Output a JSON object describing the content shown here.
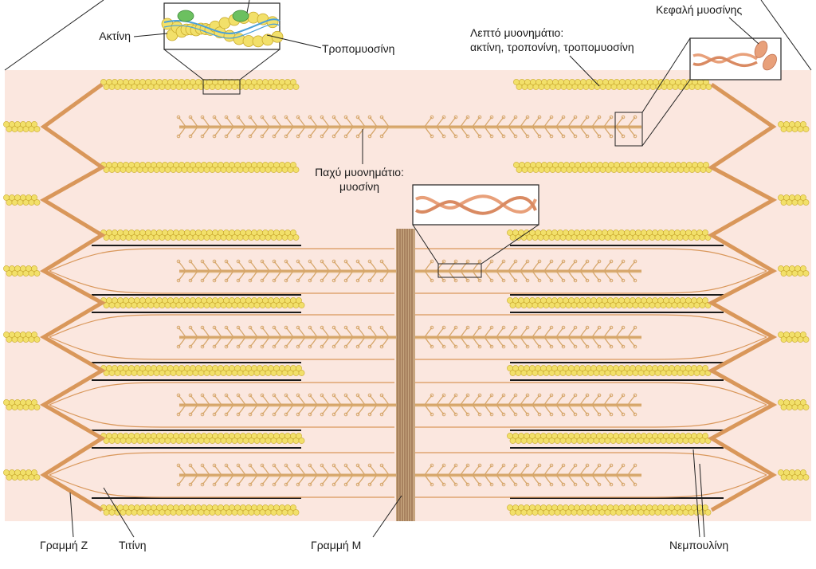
{
  "labels": {
    "actin": "Ακτίνη",
    "tropomyosin": "Τροπομυοσίνη",
    "thin_filament_line1": "Λεπτό μυονημάτιο:",
    "thin_filament_line2": "ακτίνη, τροπονίνη, τροπομυοσίνη",
    "myosin_head": "Κεφαλή μυοσίνης",
    "thick_filament_line1": "Παχύ μυονημάτιο:",
    "thick_filament_line2": "μυοσίνη",
    "z_line": "Γραμμή Z",
    "titin": "Τιτίνη",
    "m_line": "Γραμμή M",
    "nebulin": "Νεμπουλίνη"
  },
  "colors": {
    "background_band": "#fbe7df",
    "z_disc": "#d9975a",
    "thick_filament": "#d6a66a",
    "actin_bead": "#f2e06a",
    "actin_bead_outline": "#c9a92a",
    "nebulin": "#1a1a1a",
    "m_line": "#8a6040",
    "tropomyosin_strand": "#4aa0d8",
    "troponin": "#6cc060",
    "myosin_coil": "#e8a07a"
  }
}
